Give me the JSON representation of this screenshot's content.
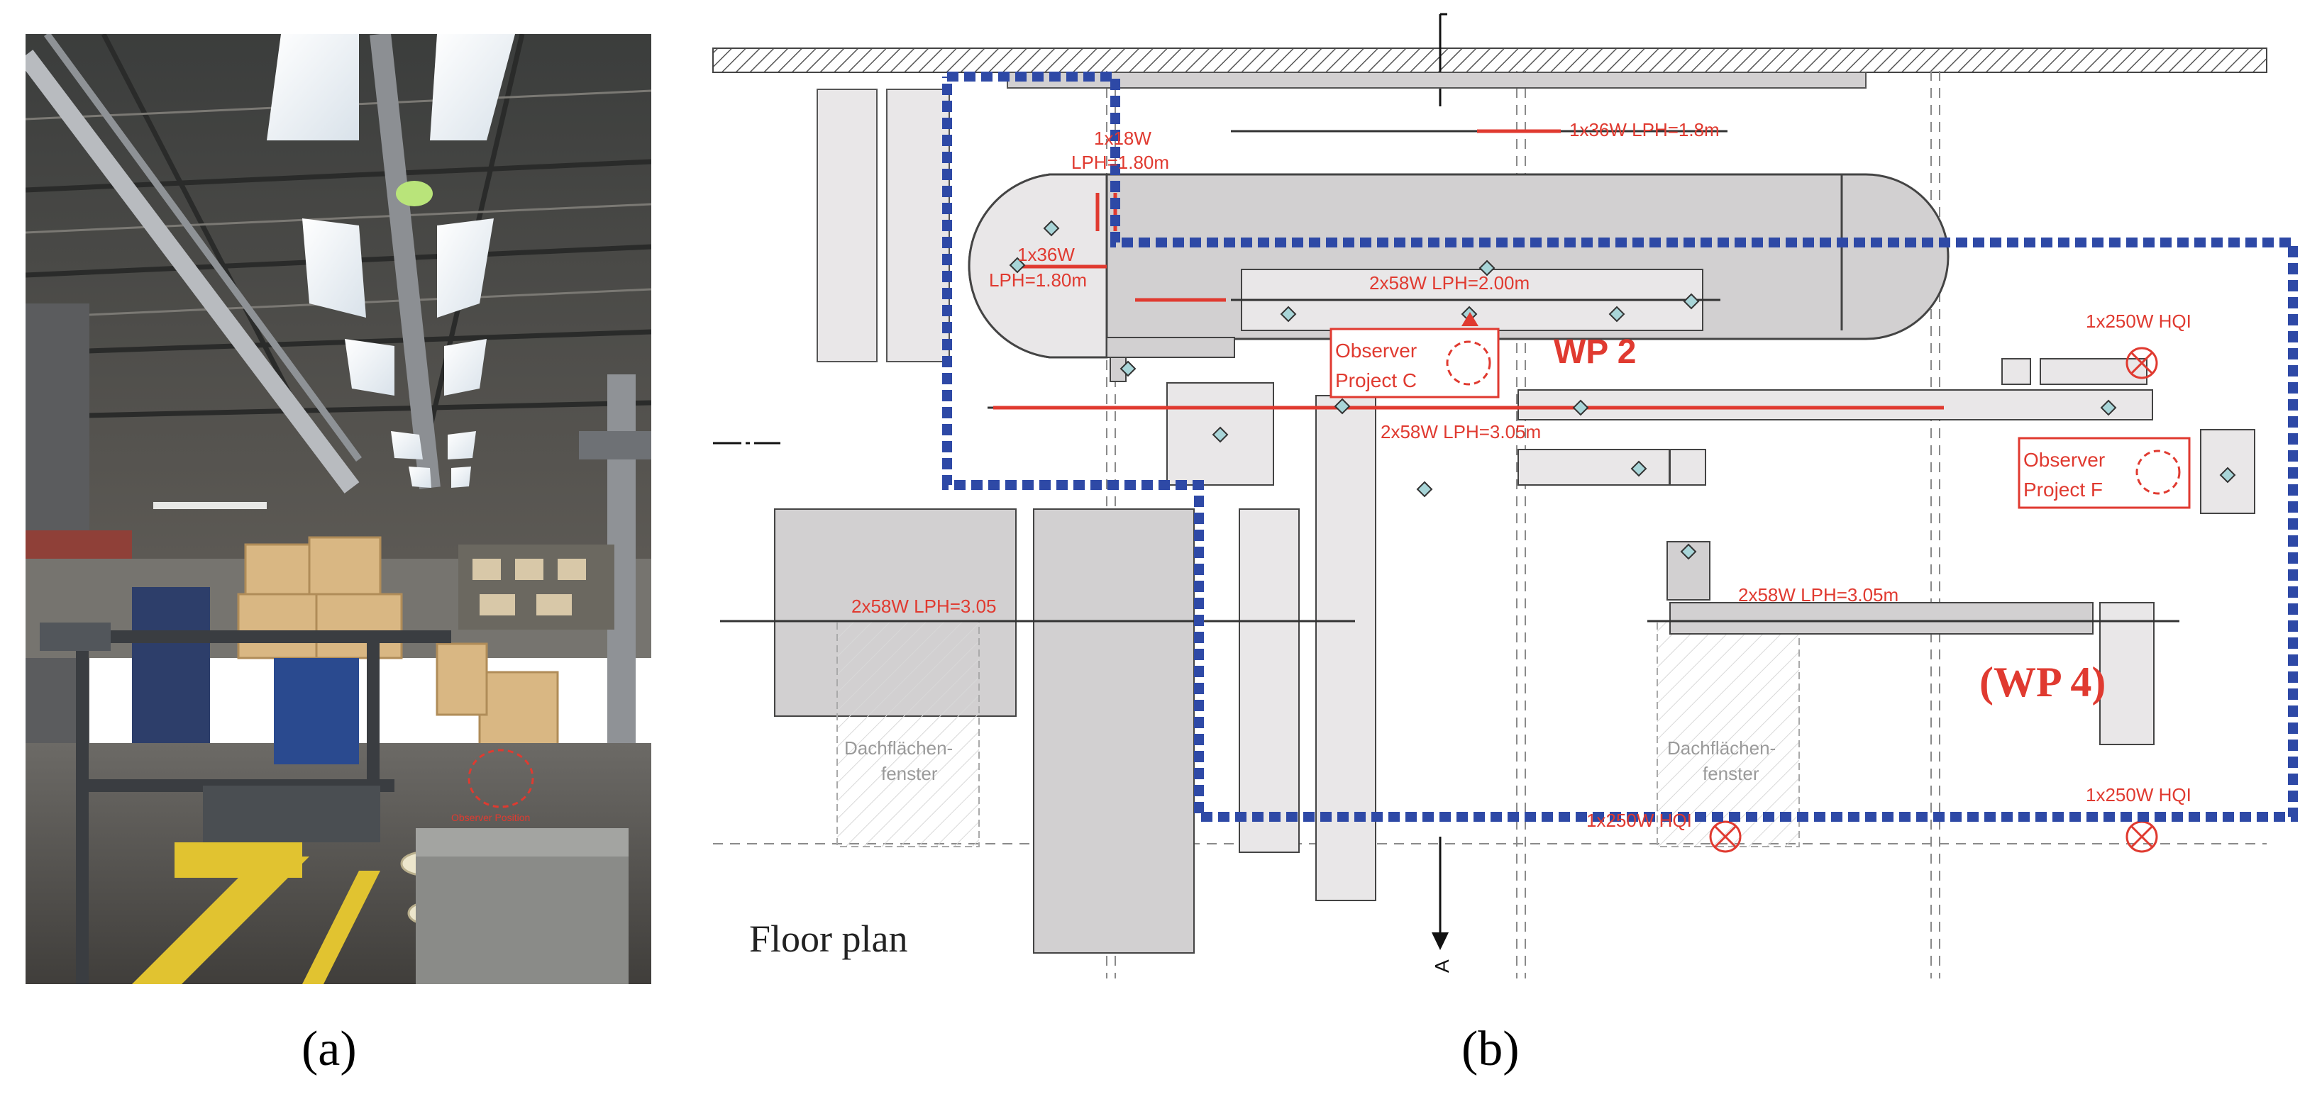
{
  "captions": {
    "a": "(a)",
    "b": "(b)"
  },
  "photo": {
    "observer_label": "Observer Position"
  },
  "plan": {
    "title": "Floor plan",
    "section_marker": "A",
    "lamps": {
      "l1": "1x36W LPH=1.8m",
      "l2_line1": "1x18W",
      "l2_line2": "LPH=1.80m",
      "l3_line1": "1x36W",
      "l3_line2": "LPH=1.80m",
      "l4": "2x58W LPH=2.00m",
      "l5": "2x58W LPH=3.05m",
      "l6": "2x58W LPH=3.05",
      "l7": "2x58W LPH=3.05m",
      "hqi1": "1x250W HQI",
      "hqi2": "1x250W HQI",
      "hqi3": "1x250W HQI"
    },
    "workplaces": {
      "wp2": "WP 2",
      "wp4": "(WP 4)"
    },
    "observers": {
      "c_line1": "Observer",
      "c_line2": "Project C",
      "f_line1": "Observer",
      "f_line2": "Project F"
    },
    "skylights": {
      "left_line1": "Dachflächen-",
      "left_line2": "fenster",
      "right_line1": "Dachflächen-",
      "right_line2": "fenster"
    },
    "colors": {
      "zone_border": "#2e49a6",
      "lamp_red": "#e03a30",
      "machine_fill": "#d2d0d1",
      "machine_light": "#e9e7e8"
    }
  }
}
